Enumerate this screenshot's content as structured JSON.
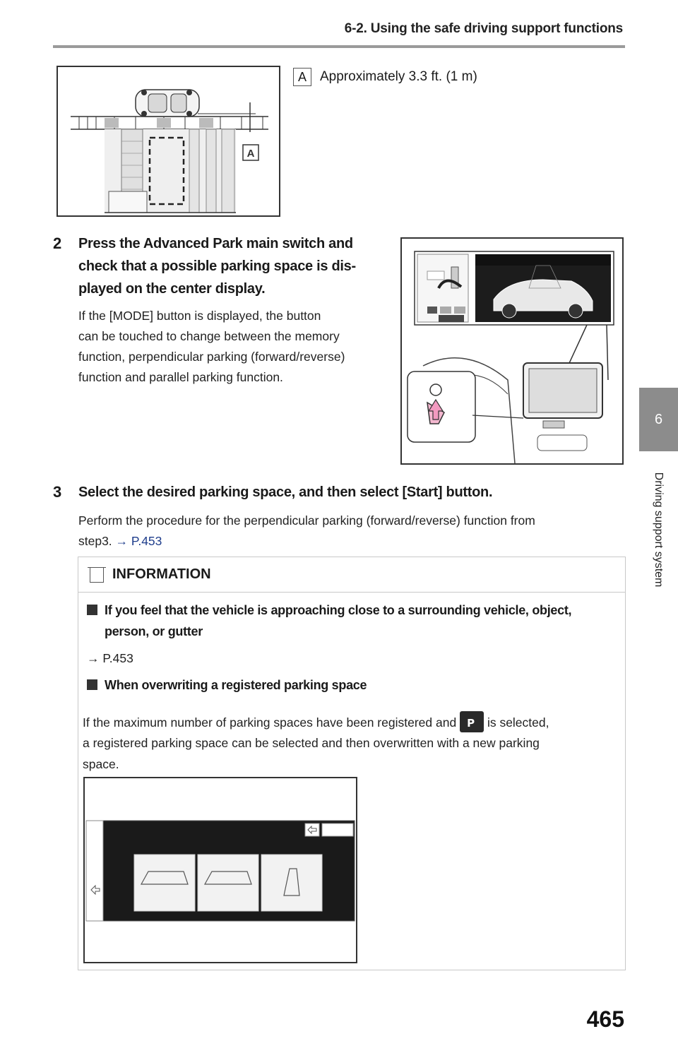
{
  "header": {
    "section_title": "6-2. Using the safe driving support functions"
  },
  "side_tab": {
    "chapter_number": "6",
    "chapter_label": "Driving support system"
  },
  "figure_top": {
    "callout_letter": "A",
    "callout_text": "Approximately 3.3 ft. (1 m)"
  },
  "step2": {
    "number": "2",
    "title_line1": "Press the Advanced Park main switch and",
    "title_line2": "check that a possible parking space is dis-",
    "title_line3": "played on the center display.",
    "body_line1": "If the [MODE] button is displayed, the button",
    "body_line2": "can be touched to change between the memory",
    "body_line3": "function, perpendicular parking (forward/reverse)",
    "body_line4": "function and parallel parking function."
  },
  "step3": {
    "number": "3",
    "title": "Select the desired parking space, and then select [Start] button.",
    "body_line1": "Perform the procedure for the perpendicular parking (forward/reverse) function from",
    "body_line2_prefix": "step3. ",
    "body_link": "→ P.453"
  },
  "information": {
    "title": "INFORMATION",
    "item1_line1": "If you feel that the vehicle is approaching close to a surrounding vehicle, object,",
    "item1_line2": "person, or gutter",
    "item1_link": "→ P.453",
    "item2_title": "When overwriting a registered parking space",
    "item2_line1_a": "If the maximum number of parking spaces have been registered and",
    "item2_line1_b": "is selected,",
    "item2_line2": "a registered parking space can be selected and then overwritten with a new parking",
    "item2_line3": "space.",
    "icon_name": "parking-add-icon"
  },
  "page_number": "465"
}
